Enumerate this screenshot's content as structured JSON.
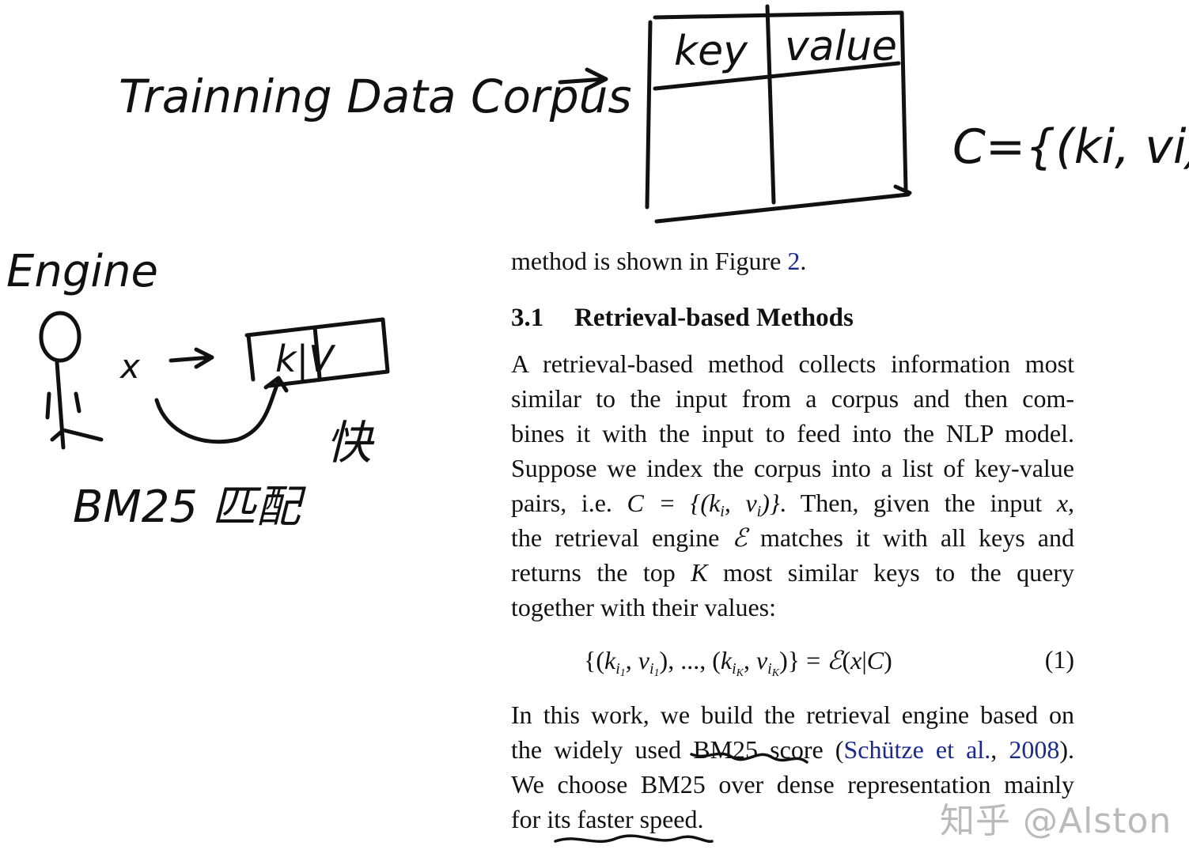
{
  "handwriting": {
    "corpus_label": "Trainning Data Corpus",
    "table_key": "key",
    "table_value": "value",
    "corpus_set": "C={(ki, vi)}",
    "engine_label": "Engine",
    "query_var": "x",
    "small_table": "k|V",
    "bm25_note": "BM25 匹配",
    "fast_note": "快"
  },
  "paper": {
    "intro_line_text": "method is shown in Figure ",
    "intro_ref": "2",
    "section_number": "3.1",
    "section_title": "Retrieval-based Methods",
    "p1_l1": "A retrieval-based method collects information most",
    "p1_l2": "similar to the input from a corpus and then com-",
    "p1_l3": "bines it with the input to feed into the NLP model.",
    "p1_l4": "Suppose we index the corpus into a list of key-value",
    "p1_l5_a": "pairs, i.e. ",
    "p1_l5_b": ". Then, given the input ",
    "p1_l6_a": "the retrieval engine ",
    "p1_l6_b": " matches it with all keys and",
    "p1_l7_a": "returns the top ",
    "p1_l7_b": " most similar keys to the query",
    "p1_l8": "together with their values:",
    "equation_number": "(1)",
    "p2_l1": "In this work, we build the retrieval engine based on",
    "p2_l2_a": "the widely used BM25 score (",
    "p2_l2_ref": "Schütze et al.",
    "p2_l2_mid": ", ",
    "p2_l2_year": "2008",
    "p2_l2_b": ").",
    "p2_l3": "We choose BM25 over dense representation mainly",
    "p2_l4": "for its faster speed."
  },
  "watermark": "知乎 @Alston",
  "colors": {
    "ink": "#111111",
    "link": "#1a2a8c",
    "watermark": "#8c8c8c"
  }
}
